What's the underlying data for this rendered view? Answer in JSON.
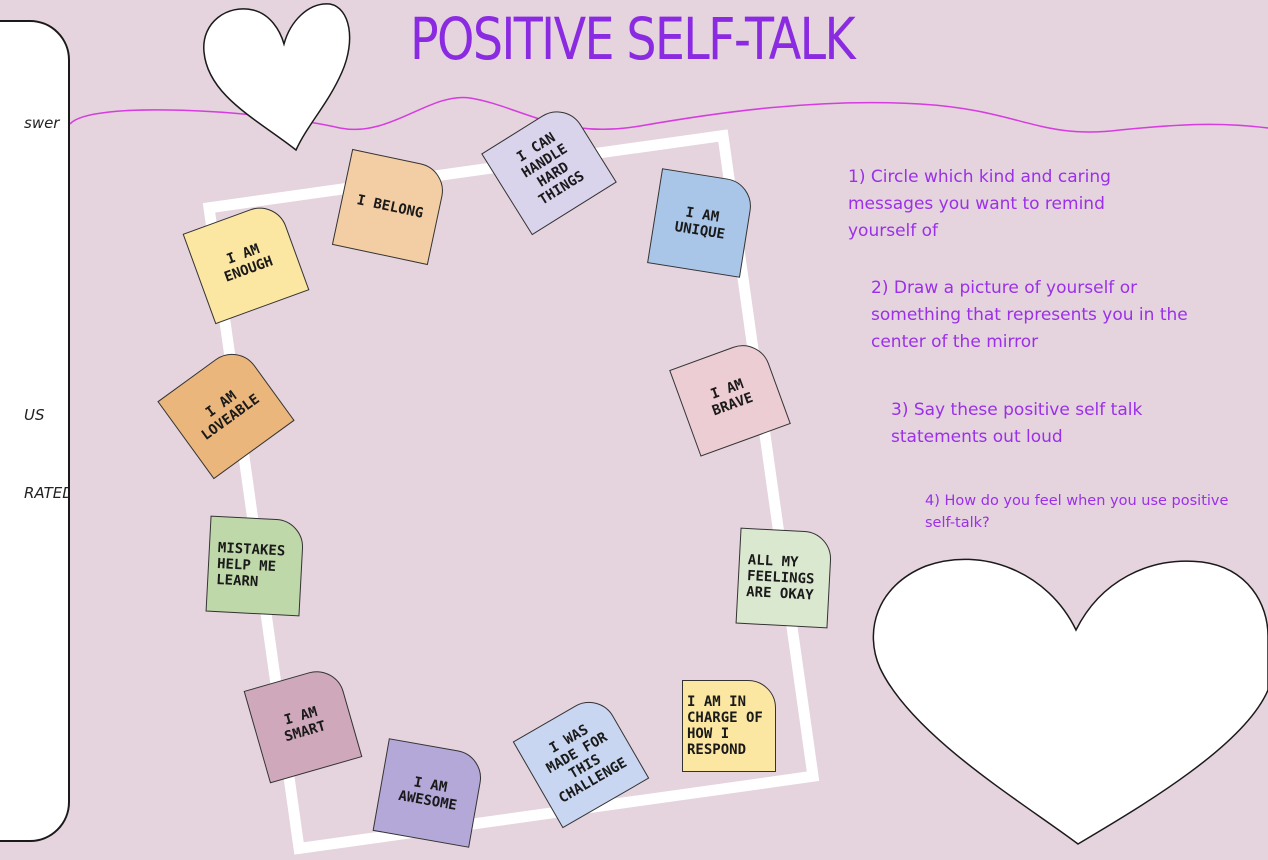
{
  "title": "POSITIVE SELF-TALK",
  "side_panel": {
    "fragments": [
      "swer",
      "US",
      "RATED"
    ]
  },
  "affirmation_cards": [
    {
      "text": "I AM ENOUGH",
      "color": "#fbe6a2"
    },
    {
      "text": "I BELONG",
      "color": "#f3cda3"
    },
    {
      "text": "I CAN HANDLE HARD THINGS",
      "color": "#d9d3ec"
    },
    {
      "text": "I AM UNIQUE",
      "color": "#a9c6e8"
    },
    {
      "text": "I AM LOVEABLE",
      "color": "#ebb67b"
    },
    {
      "text": "I AM BRAVE",
      "color": "#ebcdd3"
    },
    {
      "text": "MISTAKES HELP ME LEARN",
      "color": "#bfd8aa"
    },
    {
      "text": "ALL MY FEELINGS ARE OKAY",
      "color": "#dbe8d0"
    },
    {
      "text": "I AM SMART",
      "color": "#cfa9bb"
    },
    {
      "text": "I AM IN CHARGE OF HOW I RESPOND",
      "color": "#fbe6a2"
    },
    {
      "text": "I WAS MADE FOR THIS CHALLENGE",
      "color": "#c9d6f1"
    },
    {
      "text": "I AM AWESOME",
      "color": "#b4a8d8"
    }
  ],
  "instructions": [
    "1) Circle which kind and caring messages you want to remind yourself of",
    "2) Draw a picture of yourself or something that represents you in the center of the mirror",
    "3) Say these positive self talk statements out loud",
    "4) How do you feel when you use positive self-talk?"
  ],
  "colors": {
    "background": "#e5d3dd",
    "title": "#8a2be2",
    "instruction_text": "#9b30e8",
    "wave_line": "#d63ce0"
  }
}
